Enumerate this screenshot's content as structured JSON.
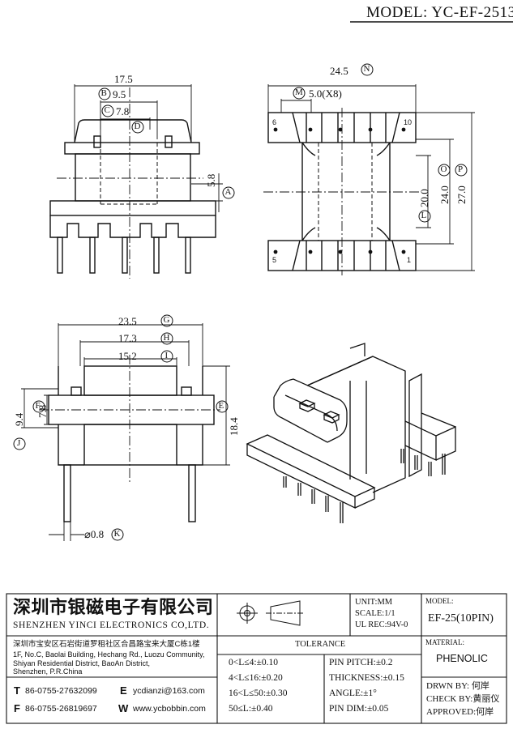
{
  "model": "MODEL: YC-EF-2513",
  "dims": {
    "d175": "17.5",
    "d95": "9.5",
    "d78": "7.8",
    "d58": "5.8",
    "d245": "24.5",
    "d50": "5.0(X8)",
    "d200": "20.0",
    "d240": "24.0",
    "d270": "27.0",
    "d235": "23.5",
    "d173": "17.3",
    "d152": "15.2",
    "d94": "9.4",
    "d78b": "7.8",
    "d184": "18.4",
    "d08": "⌀0.8"
  },
  "callouts": {
    "A": "A",
    "B": "B",
    "C": "C",
    "D": "D",
    "E": "E",
    "F": "F",
    "G": "G",
    "H": "H",
    "I": "I",
    "J": "J",
    "K": "K",
    "L": "L",
    "M": "M",
    "N": "N",
    "O": "O",
    "P": "P"
  },
  "pins": {
    "p6": "6",
    "p10": "10",
    "p5": "5",
    "p1": "1"
  },
  "title_block": {
    "company_cn": "深圳市银磁电子有限公司",
    "company_en": "SHENZHEN YINCI ELECTRONICS CO,LTD.",
    "address_cn": "深圳市宝安区石岩街道罗租社区合昌路宝来大厦C栋1楼",
    "address_en_1": "1F, No.C, Baolai Building, Hechang Rd., Luozu Community,",
    "address_en_2": "Shiyan Residential District, BaoAn District,",
    "address_en_3": "Shenzhen, P.R.China",
    "tel_label": "T",
    "tel": "86-0755-27632099",
    "fax_label": "F",
    "fax": "86-0755-26819697",
    "email_label": "E",
    "email": "ycdianzi@163.com",
    "web_label": "W",
    "web": "www.ycbobbin.com",
    "unit": "UNIT:MM",
    "scale": "SCALE:1/1",
    "ul": "UL REC:94V-0",
    "model_label": "MODEL:",
    "model_value": "EF-25(10PIN)",
    "tolerance": "TOLERANCE",
    "tol1": "0<L≤4:±0.10",
    "tol2": "4<L≤16:±0.20",
    "tol3": "16<L≤50:±0.30",
    "tol4": "50≤L:±0.40",
    "pitch": "PIN PITCH:±0.2",
    "thick": "THICKNESS:±0.15",
    "angle": "ANGLE:±1°",
    "pindim": "PIN DIM:±0.05",
    "material_label": "MATERIAL:",
    "material": "PHENOLIC",
    "drwn": "DRWN BY: 何岸",
    "check": "CHECK BY:黄丽仪",
    "approved": "APPROVED:何岸"
  }
}
